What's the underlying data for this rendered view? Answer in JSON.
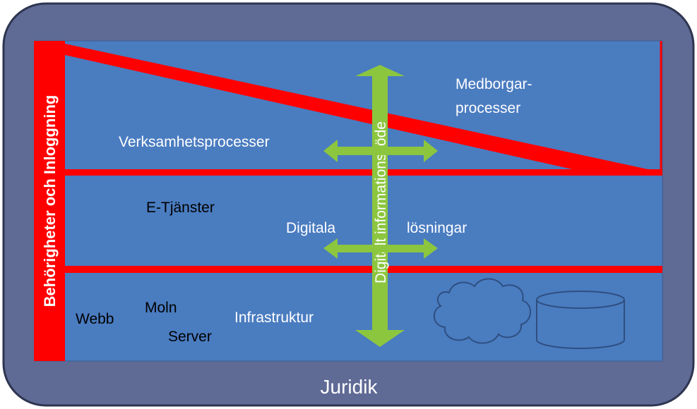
{
  "outer_label": "Juridik",
  "side_label": "Behörigheter och Inloggning",
  "center_arrow_label": "Digitalt informationsflöde",
  "layers": {
    "top": {
      "left_label": "Verksamhetsprocesser",
      "right_label_line1": "Medborgar-",
      "right_label_line2": "processer"
    },
    "middle": {
      "label_etjanster": "E-Tjänster",
      "label_digitala": "Digitala",
      "label_losningar": "lösningar"
    },
    "bottom": {
      "label_webb": "Webb",
      "label_moln": "Moln",
      "label_server": "Server",
      "label_infrastruktur": "Infrastruktur"
    }
  },
  "icons": [
    "cloud-icon",
    "database-icon"
  ],
  "colors": {
    "outer_frame": "#5f6a95",
    "layer_fill": "#4a7cc0",
    "red": "#ff0000",
    "arrow": "#8cc63f",
    "white_text": "#ffffff",
    "dark_text": "#000000"
  }
}
